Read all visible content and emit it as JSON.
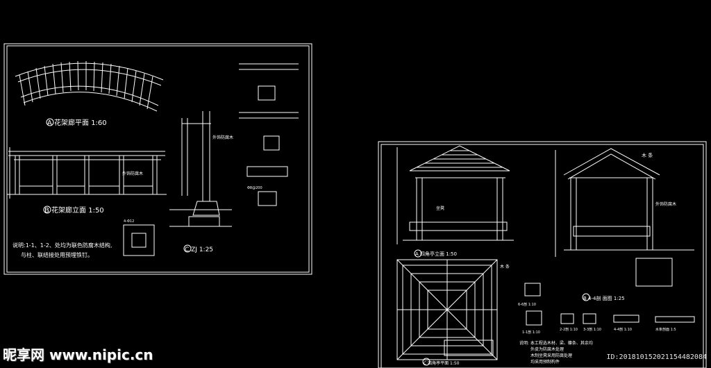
{
  "left_sheet": {
    "plan_title": "A 花架廊平面 1:60",
    "elevation_title": "B 花架廊立面 1:50",
    "section_title": "C ZJ 1:25",
    "note_line1": "说明:1-1、1-2、处均为联色防腐木结构,",
    "note_line2": "与柱、联结接处用预埋铁钉。",
    "labels": {
      "wood": "外饰防腐木",
      "wood2": "外饰防腐木",
      "dim1": "4-Φ12",
      "dim2": "Φ8@200"
    }
  },
  "right_sheet": {
    "elev_left_title": "A 四角亭立面 1:50",
    "elev_right_title": "B 4-4剖 面图 1:25",
    "plan_title": "C 四角亭平面 1:50",
    "notes_line1": "说明: 本工程选木材、梁、檩条、其余均",
    "notes_line2": "外皮为防腐木处理",
    "notes_line3": "木制坐凳采用防腐处理",
    "notes_line4": "均采用预制构件",
    "labels": {
      "roof": "木 条",
      "wood": "外饰防腐木",
      "beam": "坐凳",
      "section_ids": [
        "1-1剖 1:10",
        "2-2剖 1:10",
        "3-3剖 1:10",
        "4-4剖 1:10",
        "水条剖面 1:5"
      ],
      "ruler": "木 条",
      "sec6": "6-6剖 1:10"
    }
  },
  "watermark": {
    "brand": "昵享网 www.nipic.cn",
    "id": "ID:201810152021154482084"
  }
}
